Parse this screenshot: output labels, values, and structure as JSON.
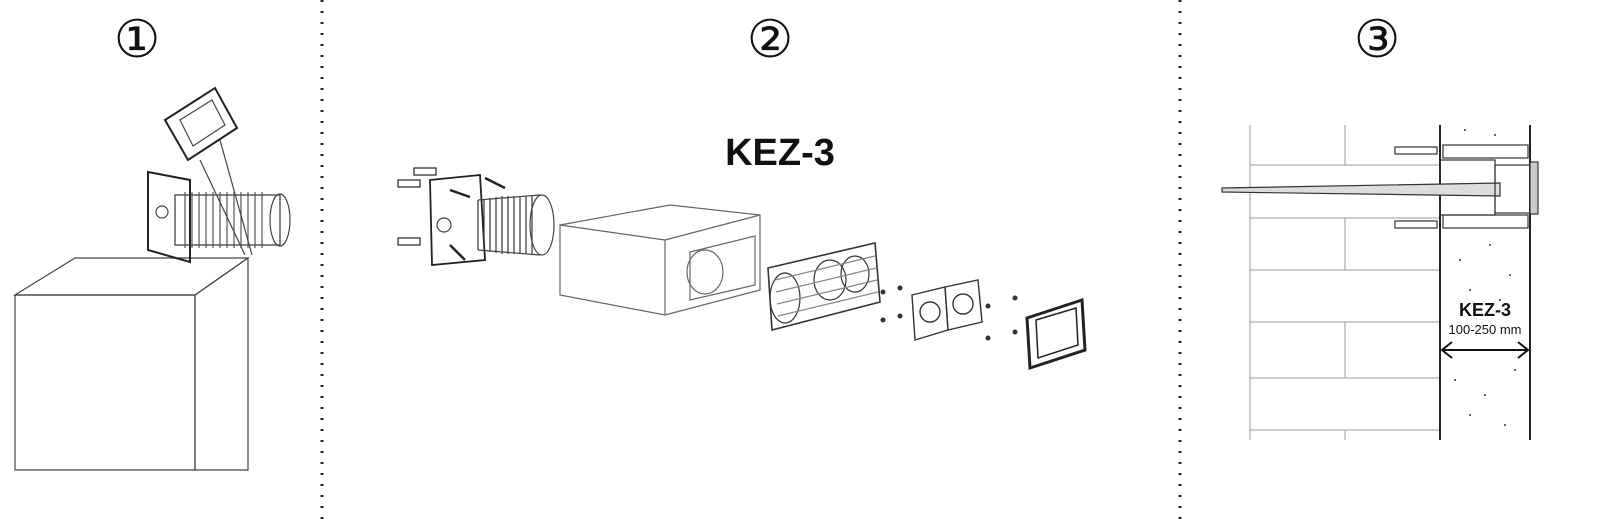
{
  "steps": [
    {
      "number": "①"
    },
    {
      "number": "②",
      "title": "KEZ-3"
    },
    {
      "number": "③",
      "label": "KEZ-3",
      "dimension": "100-250 mm"
    }
  ]
}
